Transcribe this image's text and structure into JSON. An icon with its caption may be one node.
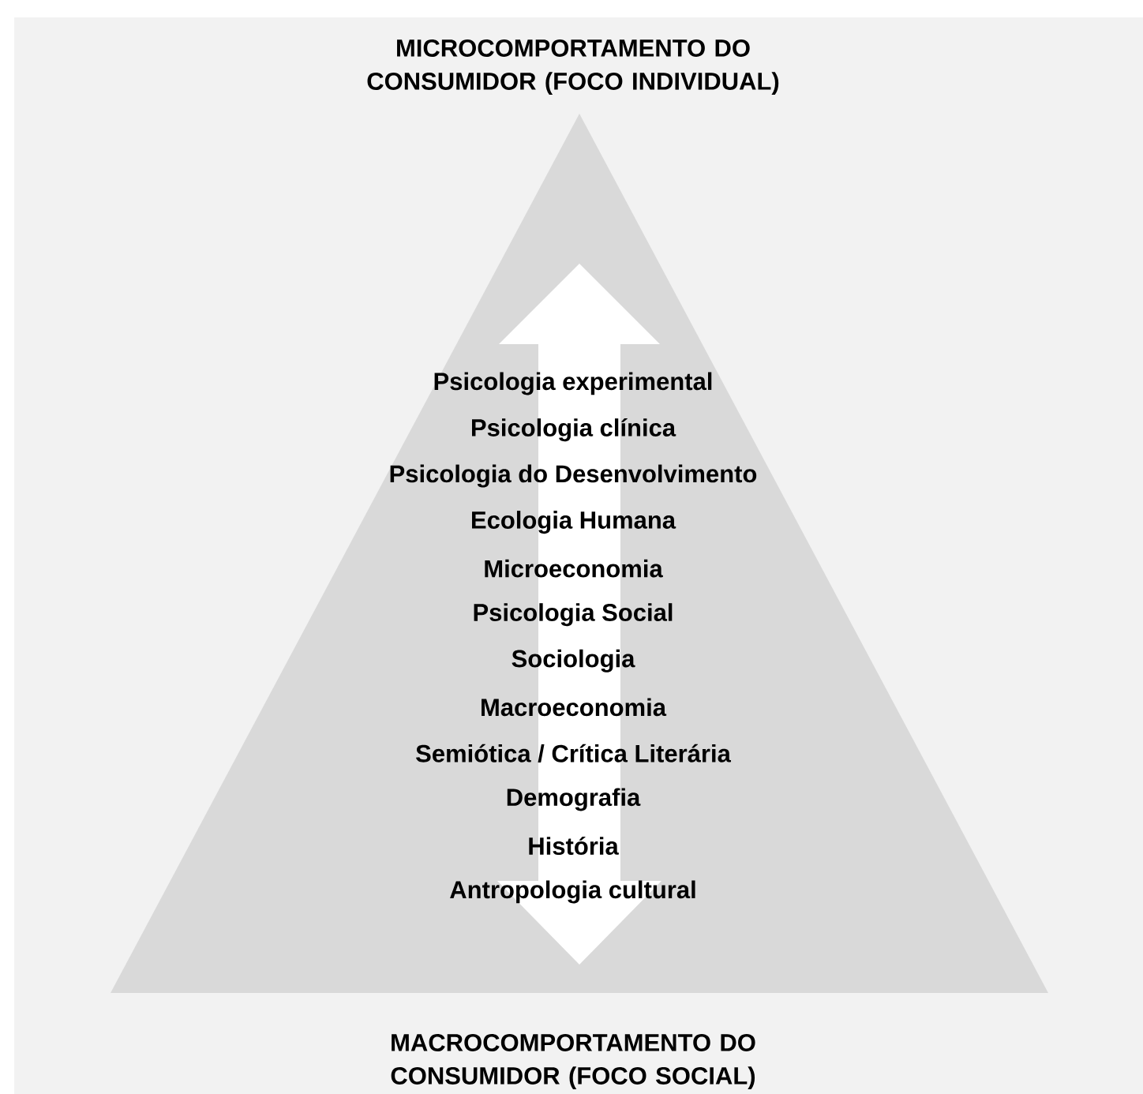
{
  "diagram": {
    "nodes": [
      {
        "text": [
          "Psicologia experimental",
          "Psicologia clínica",
          "Psicologia do Desenvolvimento",
          "Ecologia Humana",
          "Microeconomia",
          "Psicologia Social",
          "Sociologia",
          "Macroeconomia",
          "Semiótica / Crítica Literária",
          "Demografia",
          "História",
          "Antropologia cultural"
        ]
      }
    ],
    "edges": [],
    "labels": [
      "MICROCOMPORTAMENTO DO CONSUMIDOR (FOCO INDIVIDUAL)",
      "MACROCOMPORTAMENTO DO CONSUMIDOR (FOCO SOCIAL)"
    ]
  }
}
